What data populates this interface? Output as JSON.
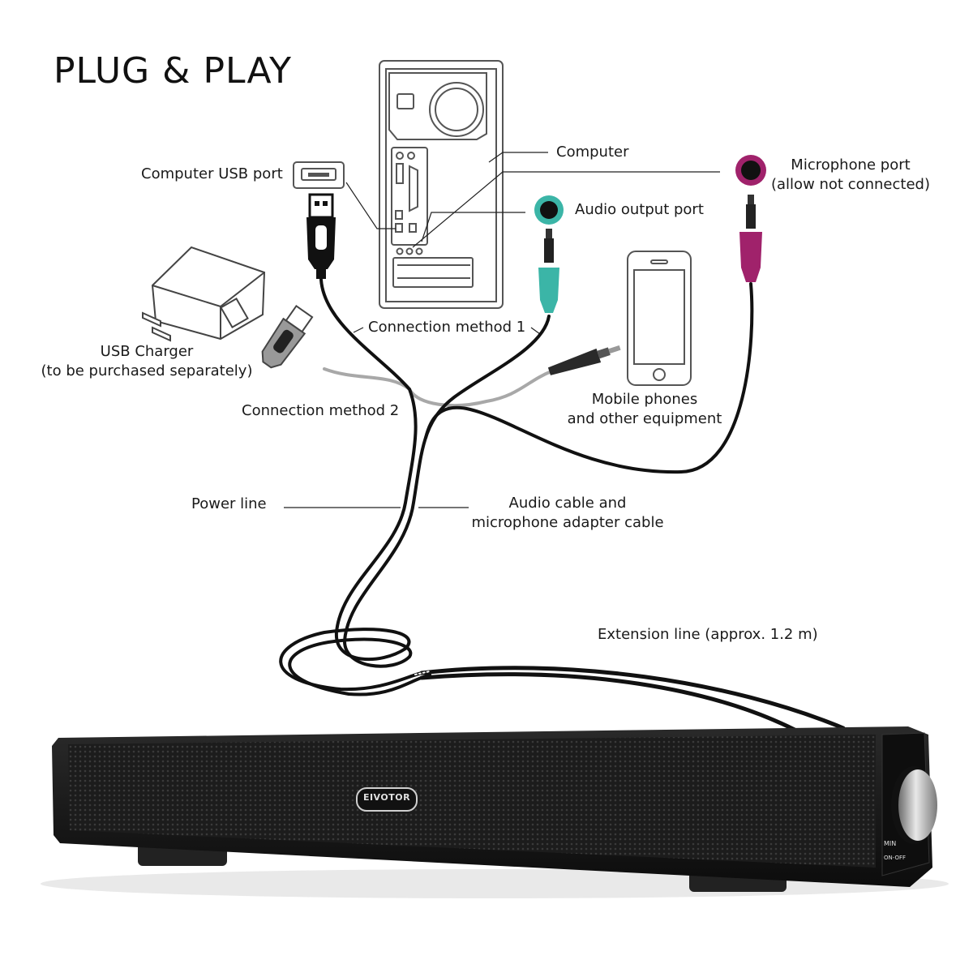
{
  "title": "PLUG & PLAY",
  "labels": {
    "computer": "Computer",
    "usb_port": "Computer USB port",
    "mic_port_line1": "Microphone port",
    "mic_port_line2": "(allow not connected)",
    "audio_output": "Audio output port",
    "usb_charger_line1": "USB Charger",
    "usb_charger_line2": "(to be purchased separately)",
    "conn_method_1": "Connection method 1",
    "conn_method_2": "Connection method 2",
    "mobile_line1": "Mobile phones",
    "mobile_line2": "and other equipment",
    "power_line": "Power line",
    "audio_cable_line1": "Audio cable and",
    "audio_cable_line2": "microphone adapter cable",
    "extension": "Extension line (approx. 1.2 m)"
  },
  "speaker": {
    "brand": "EIVOTOR",
    "knob_min": "MIN",
    "knob_onoff": "ON-OFF"
  },
  "colors": {
    "audio_port": "#3bb5a7",
    "mic_port": "#a0226b",
    "cable": "#111111",
    "gray_cable": "#aaaaaa",
    "speaker_body": "#161616"
  }
}
